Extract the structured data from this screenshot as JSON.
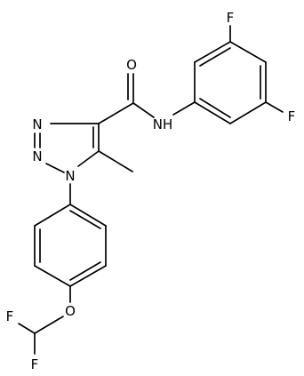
{
  "diagram": {
    "atoms": {
      "F_top": "F",
      "F_right": "F",
      "O_carbonyl": "O",
      "NH_amide": "NH",
      "N_ring_upper": "N",
      "N_ring_lower": "N",
      "N1_ring": "N",
      "O_ether": "O",
      "F_chf2_left": "F",
      "F_chf2_bottom": "F"
    }
  }
}
